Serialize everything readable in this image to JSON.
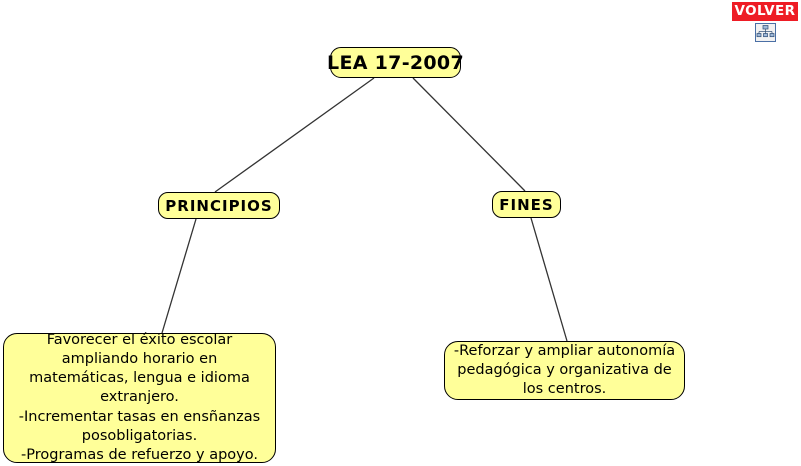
{
  "diagram": {
    "title": "LEA 17-2007",
    "nodes": {
      "root": {
        "label": "LEA 17-2007"
      },
      "principios": {
        "label": "PRINCIPIOS"
      },
      "fines": {
        "label": "FINES"
      },
      "principios_detail": {
        "text": "Favorecer el éxito escolar ampliando horario en matemáticas, lengua e idioma extranjero.\n-Incrementar tasas en ensñanzas posobligatorias.\n-Programas de refuerzo y apoyo."
      },
      "fines_detail": {
        "text": "-Reforzar y ampliar autonomía pedagógica  y organizativa de los centros."
      }
    },
    "colors": {
      "node_fill": "#ffff99",
      "node_border": "#000000",
      "connector": "#333333",
      "button_red": "#ee1c25",
      "button_text": "#ffffff",
      "background": "#ffffff"
    },
    "connectors": [
      {
        "from": "root",
        "to": "principios"
      },
      {
        "from": "root",
        "to": "fines"
      },
      {
        "from": "principios",
        "to": "principios_detail"
      },
      {
        "from": "fines",
        "to": "fines_detail"
      }
    ]
  },
  "toolbar": {
    "back_button": {
      "label": "VOLVER",
      "icon": "org-chart-icon"
    }
  }
}
